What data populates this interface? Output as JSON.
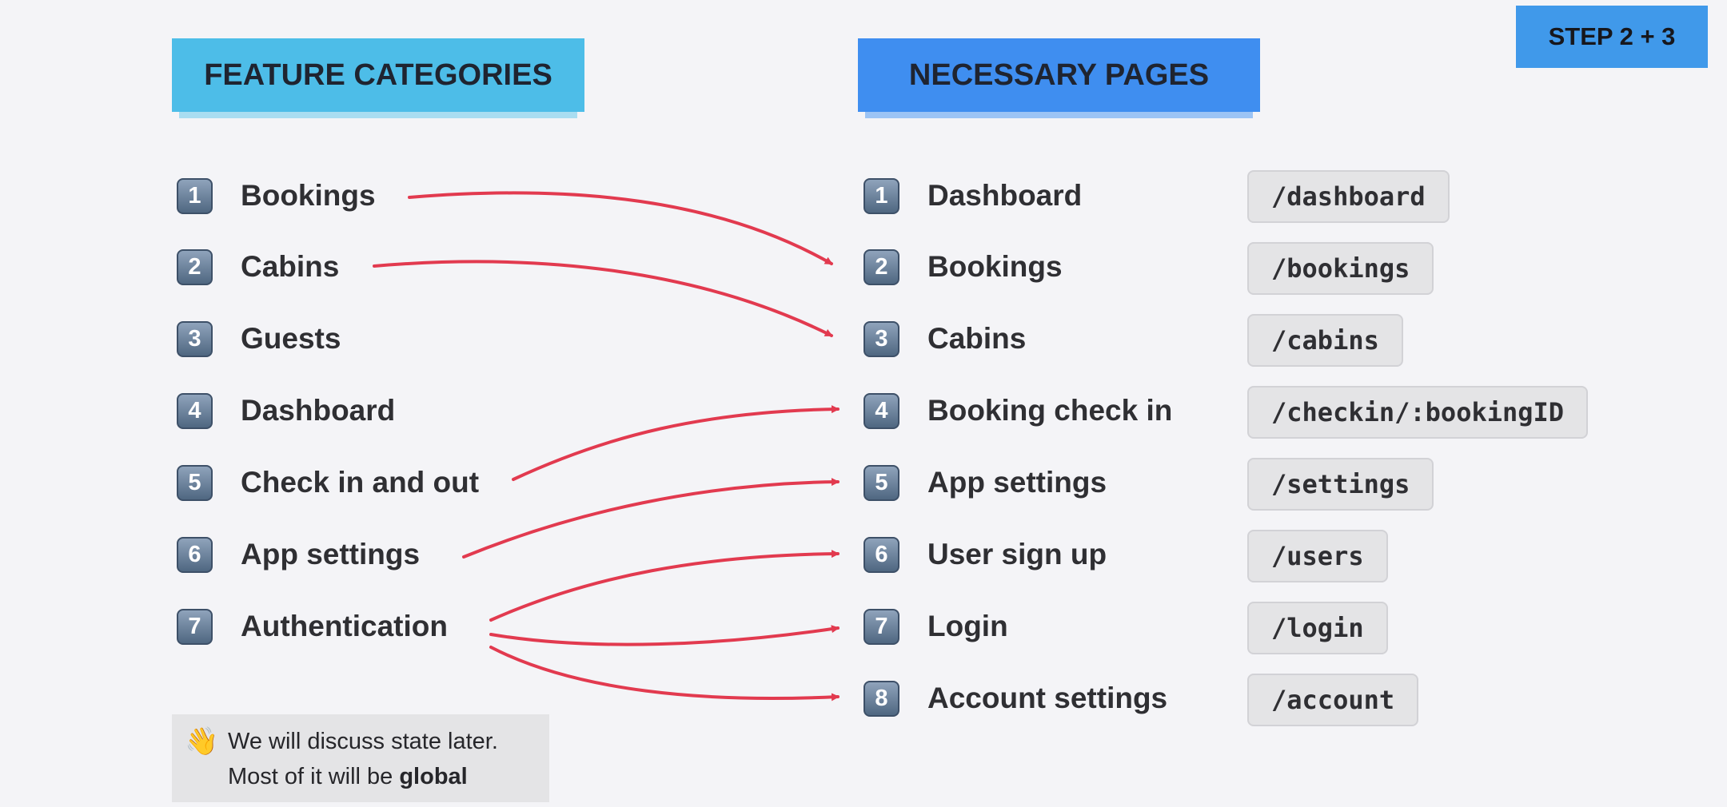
{
  "step_badge": "STEP 2 + 3",
  "feature_categories": {
    "title": "FEATURE CATEGORIES",
    "items": [
      {
        "num": "1",
        "label": "Bookings"
      },
      {
        "num": "2",
        "label": "Cabins"
      },
      {
        "num": "3",
        "label": "Guests"
      },
      {
        "num": "4",
        "label": "Dashboard"
      },
      {
        "num": "5",
        "label": "Check in and out"
      },
      {
        "num": "6",
        "label": "App settings"
      },
      {
        "num": "7",
        "label": "Authentication"
      }
    ]
  },
  "necessary_pages": {
    "title": "NECESSARY PAGES",
    "items": [
      {
        "num": "1",
        "label": "Dashboard",
        "route": "/dashboard"
      },
      {
        "num": "2",
        "label": "Bookings",
        "route": "/bookings"
      },
      {
        "num": "3",
        "label": "Cabins",
        "route": "/cabins"
      },
      {
        "num": "4",
        "label": "Booking check in",
        "route": "/checkin/:bookingID"
      },
      {
        "num": "5",
        "label": "App settings",
        "route": "/settings"
      },
      {
        "num": "6",
        "label": "User sign up",
        "route": "/users"
      },
      {
        "num": "7",
        "label": "Login",
        "route": "/login"
      },
      {
        "num": "8",
        "label": "Account settings",
        "route": "/account"
      }
    ]
  },
  "mappings": [
    {
      "from": "Bookings",
      "to": "Bookings"
    },
    {
      "from": "Cabins",
      "to": "Cabins"
    },
    {
      "from": "Check in and out",
      "to": "Booking check in"
    },
    {
      "from": "App settings",
      "to": "App settings"
    },
    {
      "from": "Authentication",
      "to": "User sign up"
    },
    {
      "from": "Authentication",
      "to": "Login"
    },
    {
      "from": "Authentication",
      "to": "Account settings"
    }
  ],
  "note": {
    "icon": "waving-hand-icon",
    "line1": "We will discuss state later.",
    "line2_prefix": "Most of it will be ",
    "line2_bold": "global"
  },
  "colors": {
    "arrow": "#e23a4f",
    "feature_header": "#4dbde8",
    "pages_header": "#3f8ef0",
    "step_badge": "#4099ea"
  }
}
